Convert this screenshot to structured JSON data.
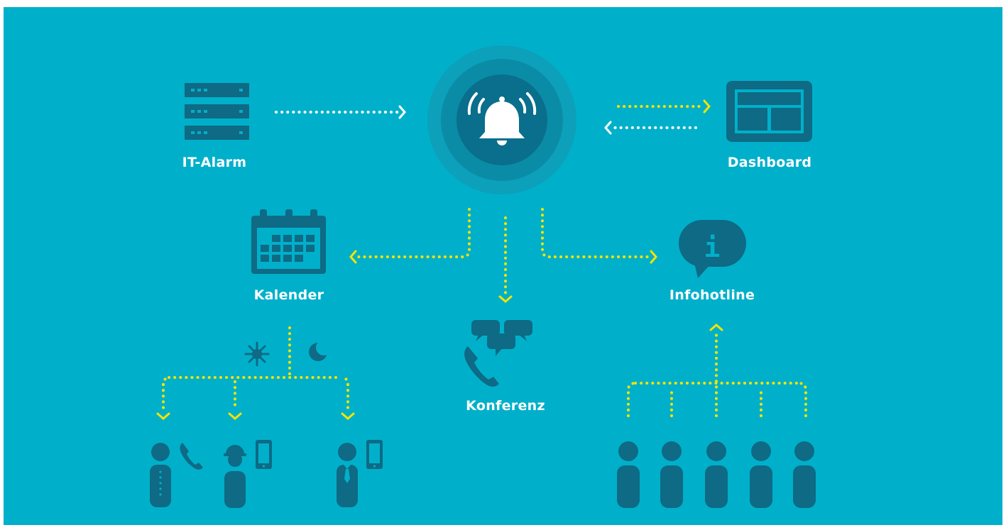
{
  "labels": {
    "it_alarm": "IT-Alarm",
    "dashboard": "Dashboard",
    "kalender": "Kalender",
    "konferenz": "Konferenz",
    "infohotline": "Infohotline"
  },
  "info_symbol": "i",
  "colors": {
    "background": "#00B0CA",
    "icon": "#0E6A85",
    "ring_outer": "#0CA0BB",
    "ring_middle": "#0A8CA7",
    "ring_inner": "#096F8C",
    "arrow_yellow": "#F5E300",
    "arrow_white": "#FFFFFF",
    "label": "#FFFFFF"
  }
}
